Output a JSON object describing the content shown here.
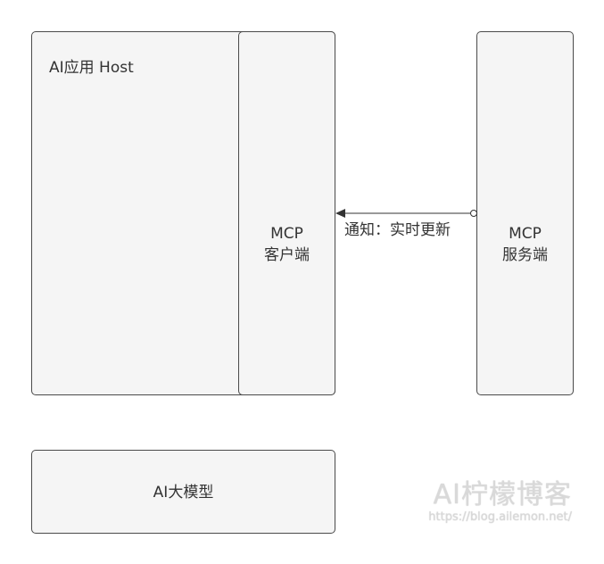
{
  "diagram": {
    "host": {
      "label": "AI应用 Host"
    },
    "client": {
      "line1": "MCP",
      "line2": "客户端"
    },
    "server": {
      "line1": "MCP",
      "line2": "服务端"
    },
    "model": {
      "label": "AI大模型"
    },
    "edge": {
      "label": "通知：实时更新"
    }
  },
  "watermark": {
    "title": "AI柠檬博客",
    "url": "https://blog.ailemon.net/"
  }
}
